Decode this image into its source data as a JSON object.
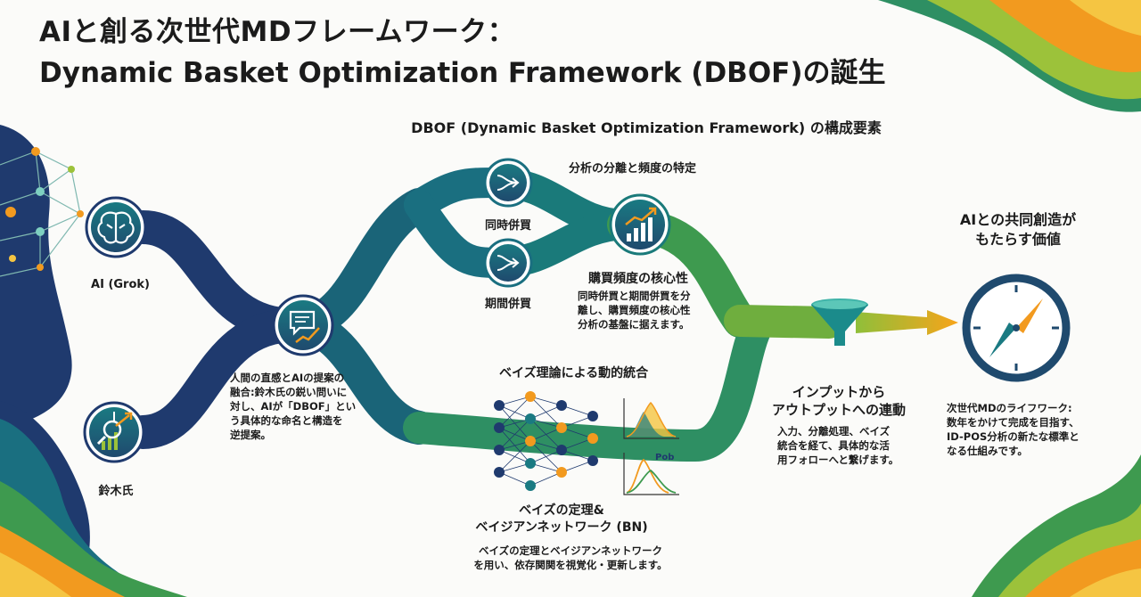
{
  "title": {
    "line1": "AIと創る次世代MDフレームワーク：",
    "line2": "Dynamic Basket Optimization Framework (DBOF)の誕生"
  },
  "subtitle": "DBOF (Dynamic Basket Optimization Framework) の構成要素",
  "inputs": {
    "ai": {
      "label": "AI (Grok)",
      "icon": "brain-icon"
    },
    "human": {
      "label": "鈴木氏",
      "icon": "magnifier-growth-icon"
    }
  },
  "fusion": {
    "icon": "chat-growth-icon",
    "text": "人間の直感とAIの提案の\n融合:鈴木氏の鋭い問いに\n対し、AIが「DBOF」とい\nう具体的な命名と構造を\n逆提案。"
  },
  "separation": {
    "header": "分析の分離と頻度の特定",
    "simultaneous": {
      "label": "同時併買",
      "icon": "merge-arrow-icon"
    },
    "period": {
      "label": "期間併買",
      "icon": "merge-arrow-icon"
    },
    "core": {
      "icon": "bar-chart-up-icon",
      "title": "購買頻度の核心性",
      "text": "同時併買と期間併買を分\n離し、購買頻度の核心性\n分析の基盤に据えます。"
    }
  },
  "bayes": {
    "header": "ベイズ理論による動的統合",
    "network_icon": "neural-network-icon",
    "dist_label": "Pob",
    "title": "ベイズの定理&\nベイジアンネットワーク (BN)",
    "text": "ベイズの定理とベイジアンネットワーク\nを用い、依存関関を視覚化・更新します。"
  },
  "io": {
    "icon": "funnel-icon",
    "title": "インプットから\nアウトプットへの連動",
    "text": "入力、分離処理、ベイズ\n統合を経て、具体的な活\n用フォローへと繋げます。"
  },
  "value": {
    "icon": "compass-icon",
    "title": "AIとの共同創造が\nもたらす価値",
    "text": "次世代MDのライフワーク:\n数年をかけて完成を目指す、\nID-POS分析の新たな標準と\nなる仕組みです。"
  },
  "colors": {
    "navy": "#1f3a6e",
    "teal": "#1a7a82",
    "green": "#3e9a4f",
    "lime": "#9cc23a",
    "orange": "#f29a1f",
    "yellow": "#f5c542",
    "funnel": "#1b8b8b"
  }
}
